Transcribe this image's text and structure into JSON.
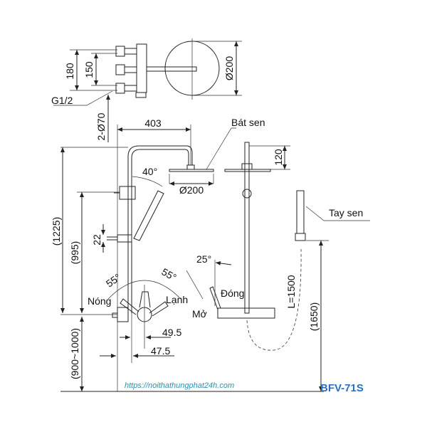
{
  "top_view": {
    "dim_180": "180",
    "dim_150": "150",
    "thread": "G1/2",
    "dim_head": "Ø200",
    "flange": "2-Ø70"
  },
  "front_view": {
    "dim_arm": "403",
    "angle_hand": "40°",
    "dim_head": "Ø200",
    "dim_total": "(1225)",
    "dim_bar": "(995)",
    "dim_22": "22",
    "dim_install": "(900~1000)",
    "angle_hot": "55°",
    "angle_cold": "55°",
    "label_hot": "Nóng",
    "label_cold": "Lạnh",
    "dim_495": "49.5",
    "dim_475": "47.5"
  },
  "side_view": {
    "label_head": "Bát sen",
    "dim_120": "120",
    "angle_diverter": "25°",
    "label_close": "Đóng",
    "label_open": "Mở",
    "label_hand": "Tay sen",
    "hose_length": "L=1500",
    "dim_1650": "(1650)"
  },
  "footer": {
    "url": "https://noithathungphat24h.com",
    "model": "BFV-71S"
  },
  "colors": {
    "url": "#2a8fb0",
    "model": "#2b6fc4"
  }
}
